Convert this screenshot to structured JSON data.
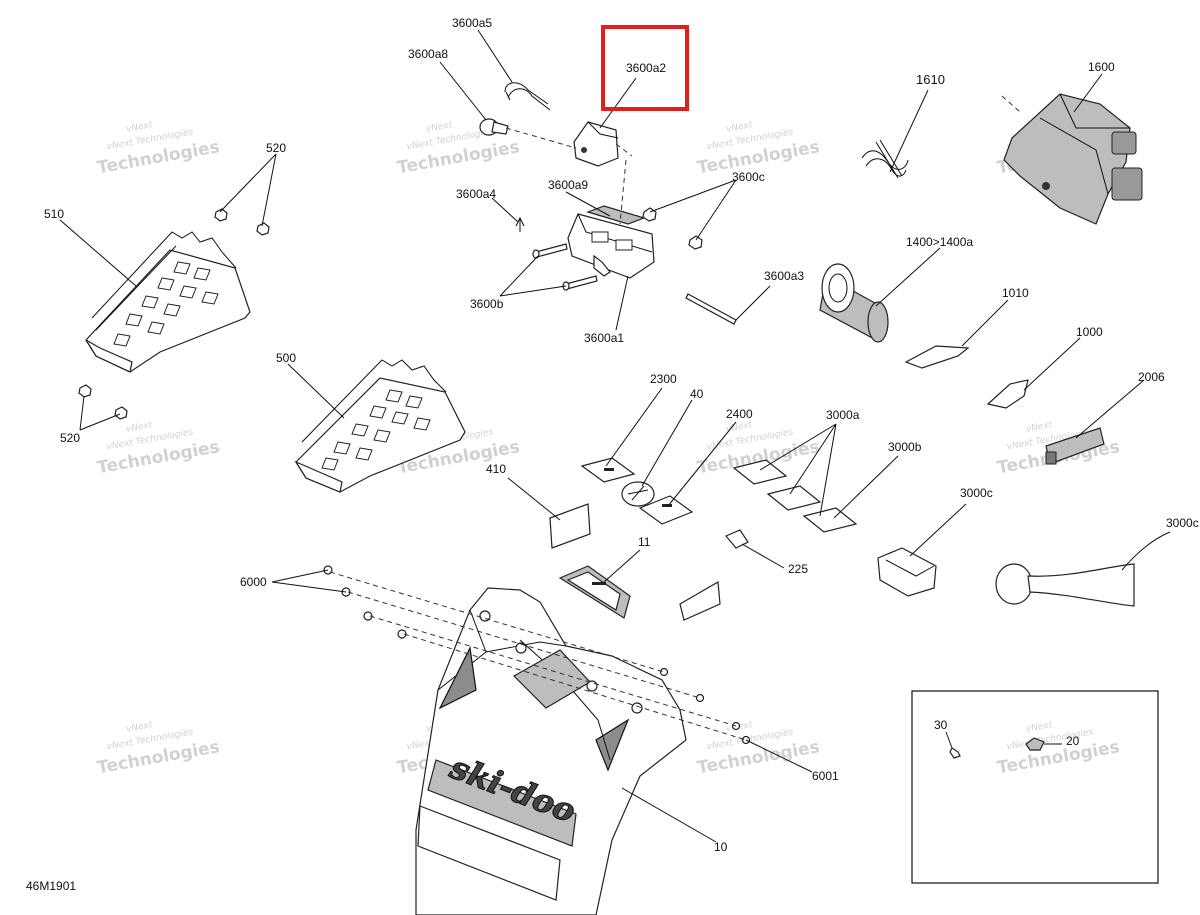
{
  "highlight_color": "#e0201c",
  "diagram_code": "46M1901",
  "brand_logo_text": "ski-doo",
  "watermark": {
    "top": "vNext",
    "middle": "vNext Technologies",
    "big": "Technologies"
  },
  "labels": {
    "p3600a5": "3600a5",
    "p3600a8": "3600a8",
    "p3600a2": "3600a2",
    "p1610": "1610",
    "p1600": "1600",
    "p520_top": "520",
    "p510": "510",
    "p3600a9": "3600a9",
    "p3600c": "3600c",
    "p3600a4": "3600a4",
    "p1400": "1400>1400a",
    "p3600a3": "3600a3",
    "p3600b": "3600b",
    "p1010": "1010",
    "p3600a1": "3600a1",
    "p1000": "1000",
    "p500": "500",
    "p2300": "2300",
    "p40": "40",
    "p2006": "2006",
    "p2400": "2400",
    "p3000a": "3000a",
    "p520_bot": "520",
    "p410": "410",
    "p3000b": "3000b",
    "p3000c": "3000c",
    "p3000c_edge": "3000c",
    "p11": "11",
    "p225": "225",
    "p6000": "6000",
    "p30": "30",
    "p20": "20",
    "p6001": "6001",
    "p10": "10"
  }
}
